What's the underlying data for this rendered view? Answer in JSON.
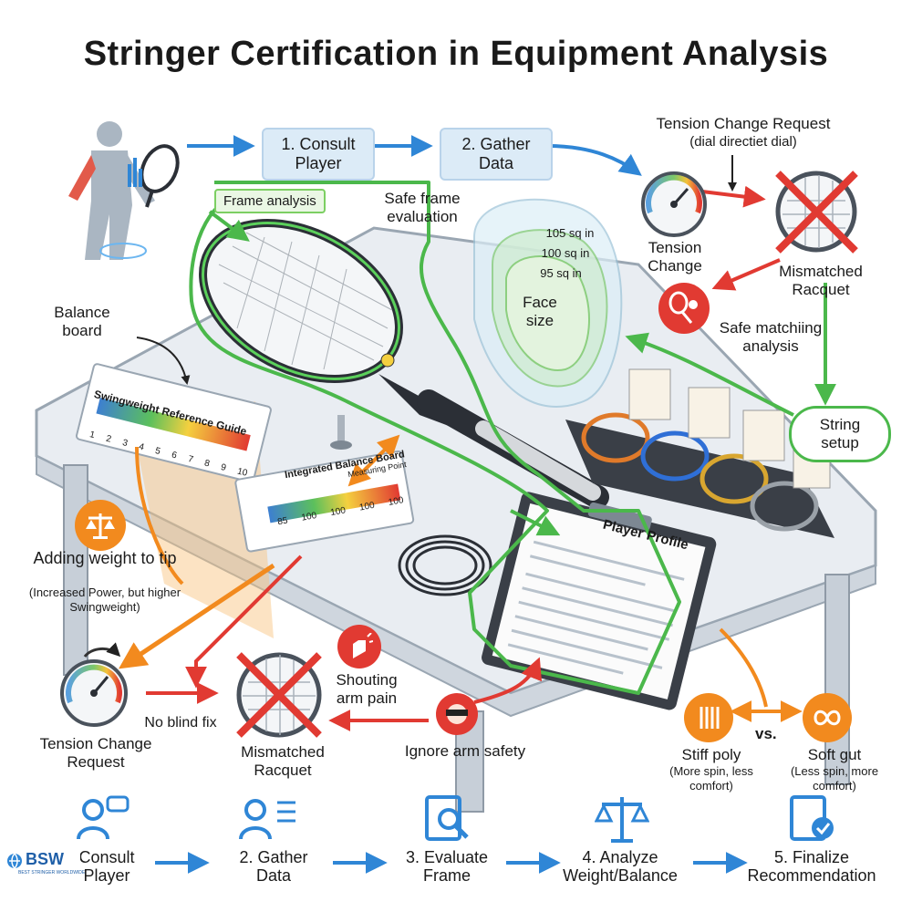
{
  "title": "Stringer Certification in Equipment Analysis",
  "top_flow": {
    "step1": "1. Consult Player",
    "step2": "2. Gather Data"
  },
  "tension_request_top": {
    "title": "Tension Change Request",
    "subtitle": "(dial directiet dial)"
  },
  "tension_change": "Tension Change",
  "mismatched_top": "Mismatched Racquet",
  "safe_matching": "Safe matchiing analysis",
  "string_setup": "String setup",
  "frame_analysis": "Frame analysis",
  "safe_frame": "Safe frame evaluation",
  "face_size": {
    "label": "Face size",
    "sizes": [
      "105 sq in",
      "100 sq in",
      "95 sq in"
    ]
  },
  "balance_board": "Balance board",
  "swingweight_guide": {
    "title": "Swingweight Reference Guide",
    "ticks": [
      "1",
      "2",
      "3",
      "4",
      "5",
      "6",
      "7",
      "8",
      "9",
      "10"
    ]
  },
  "integrated_board": {
    "title": "Integrated Balance Board",
    "subtitle": "Measuring Point",
    "ticks": [
      "85",
      "100",
      "100",
      "100",
      "100"
    ]
  },
  "adding_weight": {
    "title": "Adding weight to tip",
    "note": "(Increased Power, but higher Swingweight)"
  },
  "player_profile": "Player Profile",
  "tension_request_bottom": "Tension Change Request",
  "no_blind_fix": "No blind fix",
  "mismatched_bottom": "Mismatched Racquet",
  "shouting_pain": "Shouting arm pain",
  "ignore_safety": "Ignore arm safety",
  "stiff_poly": {
    "title": "Stiff poly",
    "note": "(More spin, less comfort)"
  },
  "vs": "vs.",
  "soft_gut": {
    "title": "Soft gut",
    "note": "(Less spin, more comfort)"
  },
  "bottom_steps": [
    {
      "label": "Consult Player",
      "icon": "person-chat-icon"
    },
    {
      "label": "2. Gather Data",
      "icon": "person-list-icon"
    },
    {
      "label": "3. Evaluate Frame",
      "icon": "clipboard-magnifier-icon"
    },
    {
      "label": "4. Analyze Weight/Balance",
      "icon": "scale-icon"
    },
    {
      "label": "5. Finalize Recommendation",
      "icon": "clipboard-check-icon"
    }
  ],
  "logo": {
    "text": "BSW",
    "small": "BEST STRINGER WORLDWIDE"
  },
  "colors": {
    "blue_arrow": "#2f86d6",
    "green_path": "#4bb84b",
    "red": "#e13a32",
    "orange": "#f28a1e",
    "step_box": "#dcebf7"
  }
}
